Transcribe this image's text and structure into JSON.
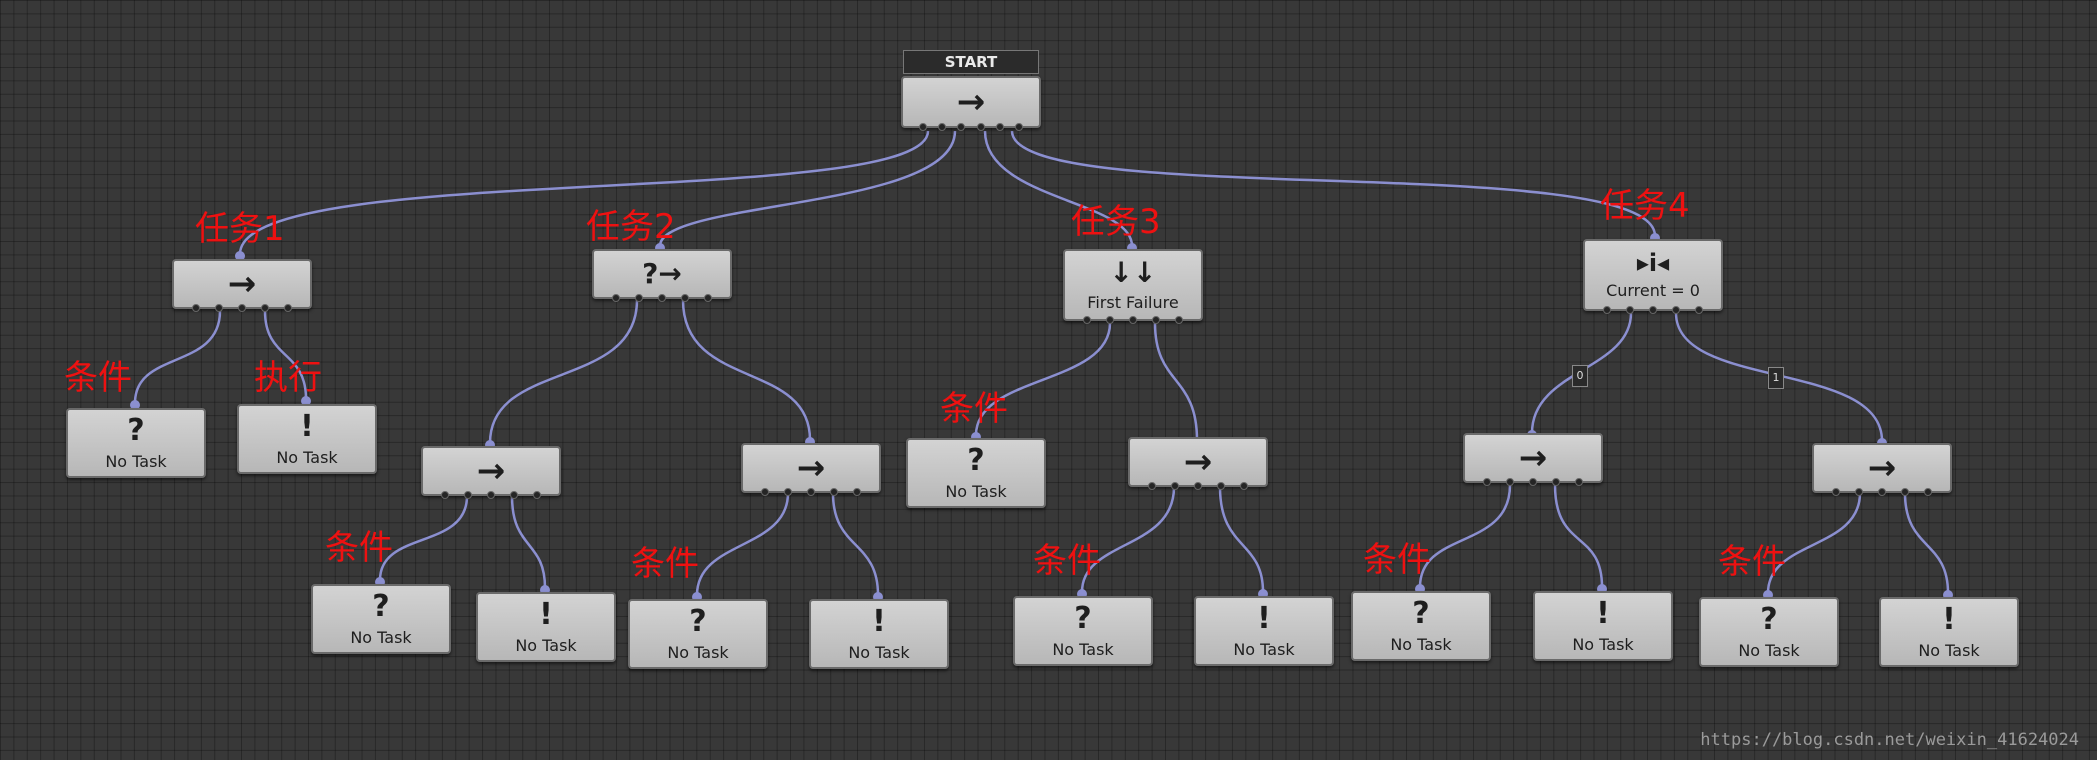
{
  "start_label": "START",
  "root": {
    "glyph": "→"
  },
  "annotations": {
    "task1": "任务1",
    "task2": "任务2",
    "task3": "任务3",
    "task4": "任务4",
    "condition": "条件",
    "execute": "执行"
  },
  "task1": {
    "glyph": "→",
    "condition": {
      "glyph": "?",
      "label": "No Task"
    },
    "action": {
      "glyph": "!",
      "label": "No Task"
    }
  },
  "task2": {
    "glyph": "?→",
    "seq_a": {
      "glyph": "→",
      "condition": {
        "glyph": "?",
        "label": "No Task"
      },
      "action": {
        "glyph": "!",
        "label": "No Task"
      }
    },
    "seq_b": {
      "glyph": "→",
      "condition": {
        "glyph": "?",
        "label": "No Task"
      },
      "action": {
        "glyph": "!",
        "label": "No Task"
      }
    }
  },
  "task3": {
    "glyph": "↓↓",
    "caption": "First Failure",
    "condition": {
      "glyph": "?",
      "label": "No Task"
    },
    "seq": {
      "glyph": "→",
      "condition": {
        "glyph": "?",
        "label": "No Task"
      },
      "action": {
        "glyph": "!",
        "label": "No Task"
      }
    }
  },
  "task4": {
    "glyph": "▸i◂",
    "caption": "Current = 0",
    "edge_labels": [
      "0",
      "1"
    ],
    "seq_a": {
      "glyph": "→",
      "condition": {
        "glyph": "?",
        "label": "No Task"
      },
      "action": {
        "glyph": "!",
        "label": "No Task"
      }
    },
    "seq_b": {
      "glyph": "→",
      "condition": {
        "glyph": "?",
        "label": "No Task"
      },
      "action": {
        "glyph": "!",
        "label": "No Task"
      }
    }
  },
  "watermark": "https://blog.csdn.net/weixin_41624024",
  "colors": {
    "wire": "#8b8fd0",
    "annotation": "#ee1111"
  }
}
